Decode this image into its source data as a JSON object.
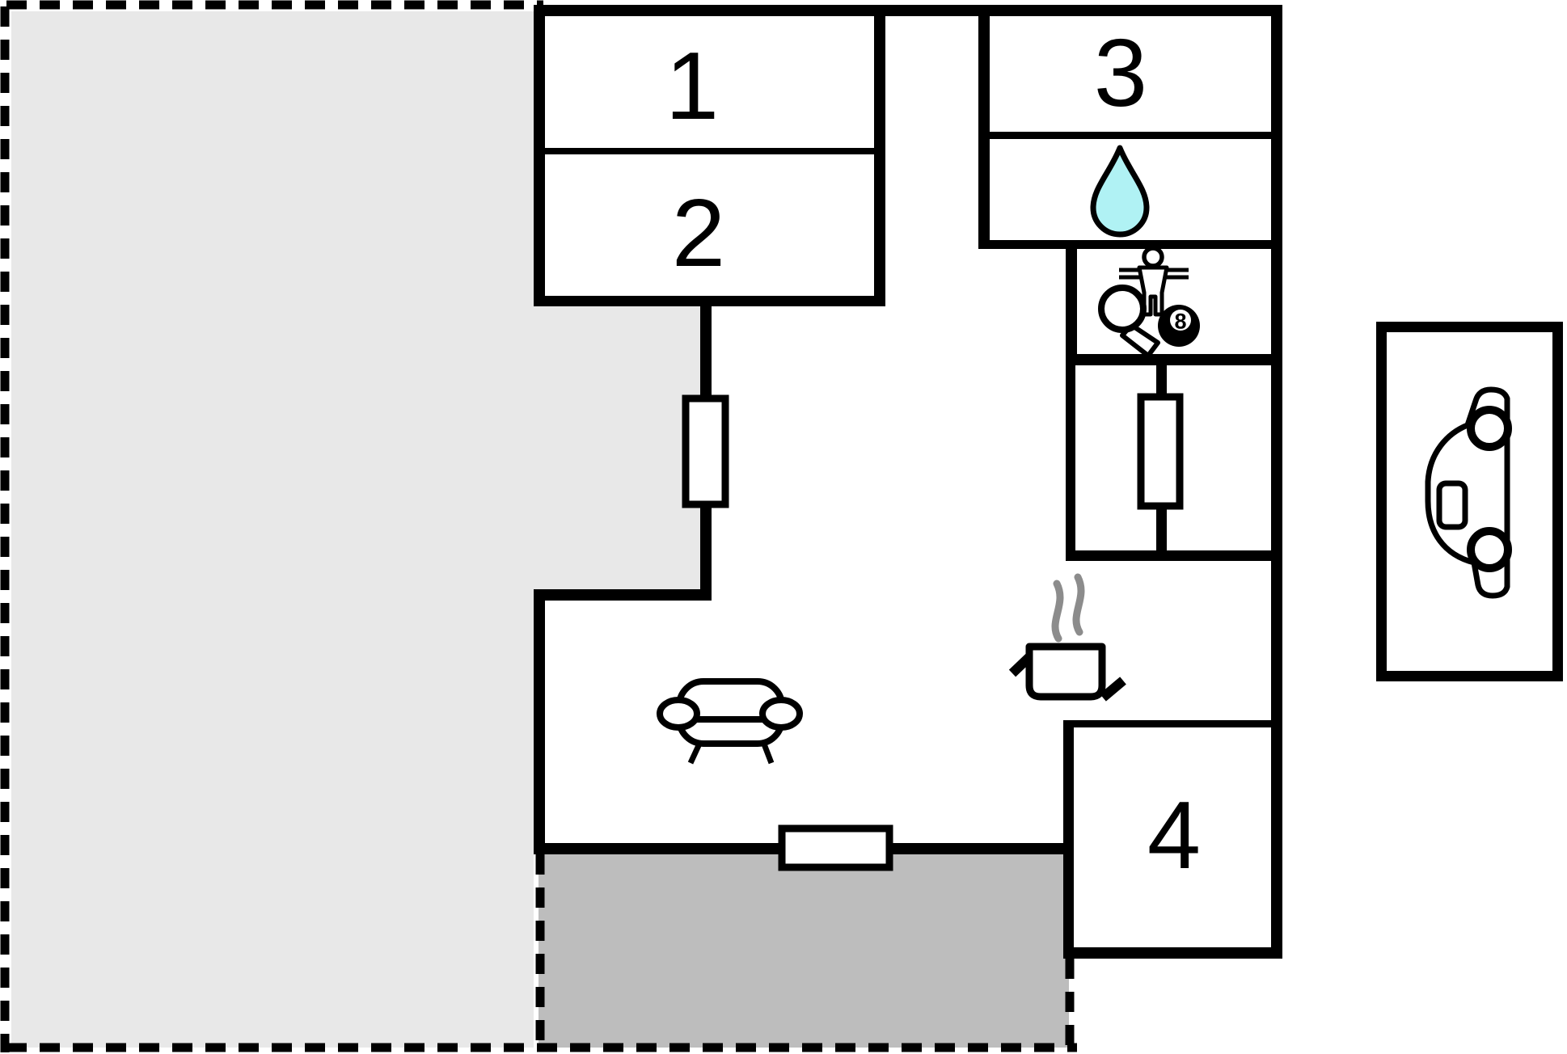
{
  "plan": {
    "type": "floorplan",
    "room_labels": [
      {
        "id": "room-1",
        "label": "1"
      },
      {
        "id": "room-2",
        "label": "2"
      },
      {
        "id": "room-3",
        "label": "3"
      },
      {
        "id": "room-4",
        "label": "4"
      }
    ],
    "eight_ball_text": "8",
    "colors": {
      "wall": "#000000",
      "patio_fill": "#e8e8e8",
      "terrace_fill": "#bdbdbd",
      "water_drop_fill": "#b0f2f4",
      "steam": "#8c8c8c",
      "background": "#ffffff"
    },
    "icons": {
      "bathroom": "water-drop-icon",
      "games_1": "foosball-player-icon",
      "games_2": "table-tennis-paddle-icon",
      "games_3": "eight-ball-icon",
      "living": "sofa-icon",
      "kitchen": "cooking-pot-icon",
      "kitchen_extra": "steam-icon",
      "parking": "car-icon"
    }
  }
}
